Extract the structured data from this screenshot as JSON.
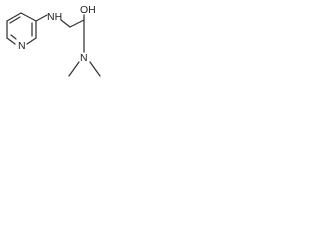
{
  "molecule": {
    "atoms": {
      "pyridine_n": "N",
      "amine_nh": "NH",
      "hydroxyl": "OH",
      "dimethylamino_n": "N"
    }
  }
}
